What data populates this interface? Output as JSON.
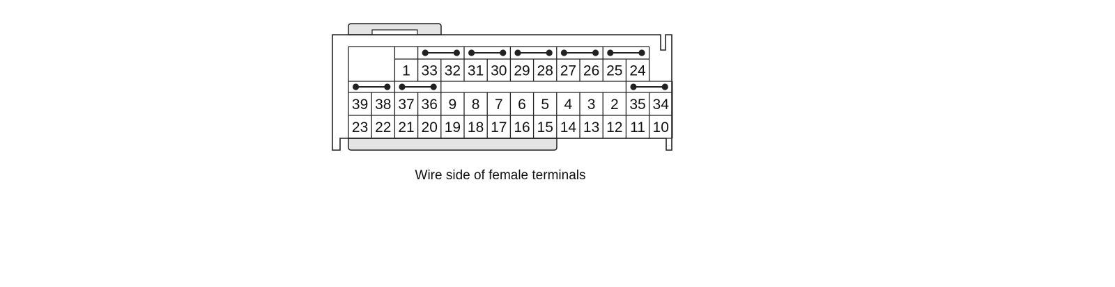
{
  "caption": "Wire side of female terminals",
  "colors": {
    "stroke": "#222222",
    "housing_fill": "#ffffff",
    "latch_fill": "#e4e4e4",
    "text": "#111111"
  },
  "connector": {
    "row1": [
      "",
      "1",
      "33",
      "32",
      "31",
      "30",
      "29",
      "28",
      "27",
      "26",
      "25",
      "24"
    ],
    "row2": [
      "39",
      "38",
      "37",
      "36",
      "9",
      "8",
      "7",
      "6",
      "5",
      "4",
      "3",
      "2",
      "35",
      "34"
    ],
    "row3": [
      "23",
      "22",
      "21",
      "20",
      "19",
      "18",
      "17",
      "16",
      "15",
      "14",
      "13",
      "12",
      "11",
      "10"
    ],
    "jumpers": [
      {
        "from": "33",
        "to": "32"
      },
      {
        "from": "31",
        "to": "30"
      },
      {
        "from": "29",
        "to": "28"
      },
      {
        "from": "27",
        "to": "26"
      },
      {
        "from": "25",
        "to": "24"
      },
      {
        "from": "39",
        "to": "38"
      },
      {
        "from": "37",
        "to": "36"
      },
      {
        "from": "35",
        "to": "34"
      }
    ]
  }
}
